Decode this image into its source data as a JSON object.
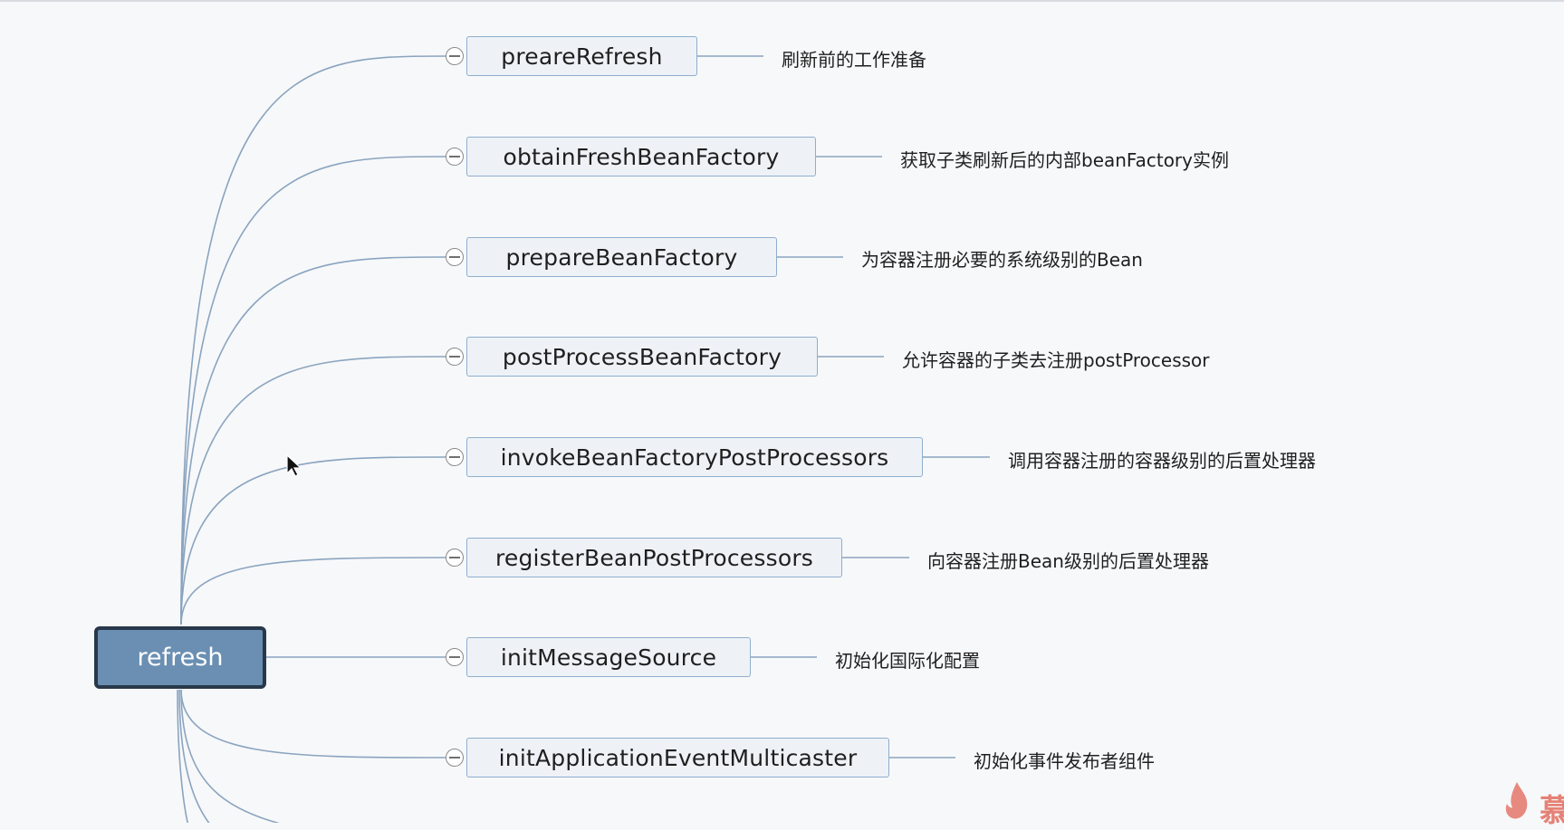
{
  "root": {
    "label": "refresh"
  },
  "branches": [
    {
      "method": "preareRefresh",
      "description": "刷新前的工作准备"
    },
    {
      "method": "obtainFreshBeanFactory",
      "description": "获取子类刷新后的内部beanFactory实例"
    },
    {
      "method": "prepareBeanFactory",
      "description": "为容器注册必要的系统级别的Bean"
    },
    {
      "method": "postProcessBeanFactory",
      "description": "允许容器的子类去注册postProcessor"
    },
    {
      "method": "invokeBeanFactoryPostProcessors",
      "description": "调用容器注册的容器级别的后置处理器"
    },
    {
      "method": "registerBeanPostProcessors",
      "description": "向容器注册Bean级别的后置处理器"
    },
    {
      "method": "initMessageSource",
      "description": "初始化国际化配置"
    },
    {
      "method": "initApplicationEventMulticaster",
      "description": "初始化事件发布者组件"
    }
  ],
  "watermark": {
    "text": "慕"
  },
  "colors": {
    "root_fill": "#6a8fb2",
    "root_border": "#28384a",
    "node_fill": "#eef2f7",
    "node_border": "#8faecd",
    "connector": "#8aa4bf",
    "background": "#f7f8fa"
  }
}
